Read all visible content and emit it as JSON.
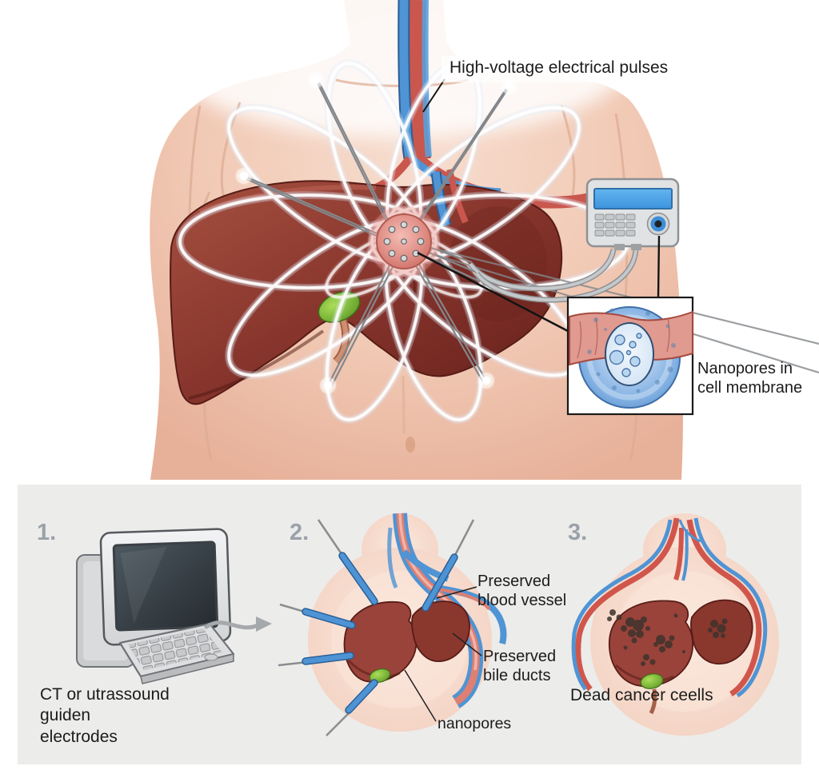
{
  "labels": {
    "high_voltage": "High-voltage electrical pulses",
    "nanopores_inset": "Nanopores in\ncell membrane"
  },
  "steps": [
    {
      "number": "1.",
      "caption": "CT or utrassound\nguiden\nelectrodes"
    },
    {
      "number": "2.",
      "labels": {
        "blood_vessel": "Preserved\nblood vessel",
        "bile_ducts": "Preserved\nbile ducts",
        "nanopores": "nanopores"
      }
    },
    {
      "number": "3.",
      "caption": "Dead cancer ceells"
    }
  ],
  "colors": {
    "skin": "#f1c9b4",
    "liver": "#8a372e",
    "tumor": "#e08e85",
    "field_glow": "#ffffff",
    "vessel_blue": "#4f94d4",
    "vessel_red": "#c9574d",
    "device_screen": "#4aa6ea",
    "cell_blue": "#8fb9e6",
    "strip_background": "#ececea",
    "number_gray": "#9aa1a9"
  }
}
